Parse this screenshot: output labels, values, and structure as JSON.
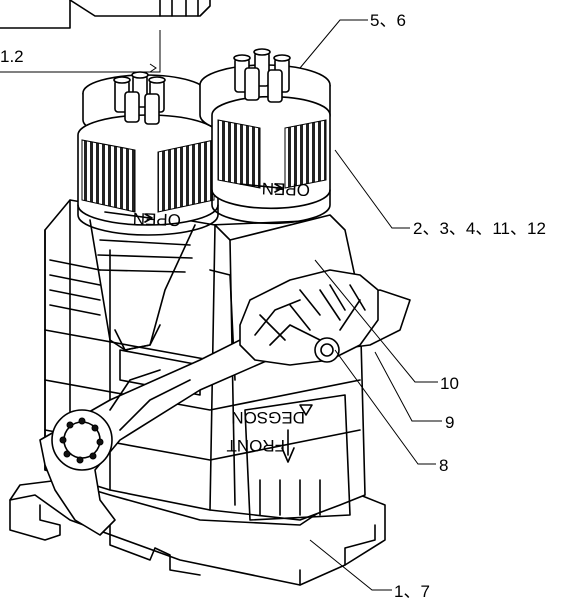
{
  "diagram": {
    "callouts": [
      {
        "id": "c1",
        "label": "1.2"
      },
      {
        "id": "c2",
        "label": "5、6"
      },
      {
        "id": "c3",
        "label": "2、3、4、11、12"
      },
      {
        "id": "c4",
        "label": "10"
      },
      {
        "id": "c5",
        "label": "9"
      },
      {
        "id": "c6",
        "label": "8"
      },
      {
        "id": "c7",
        "label": "1、7"
      }
    ],
    "markings": {
      "open_left": "OPEN",
      "open_right": "OPEN",
      "brand": "DEGSON",
      "front": "FRONT"
    }
  }
}
